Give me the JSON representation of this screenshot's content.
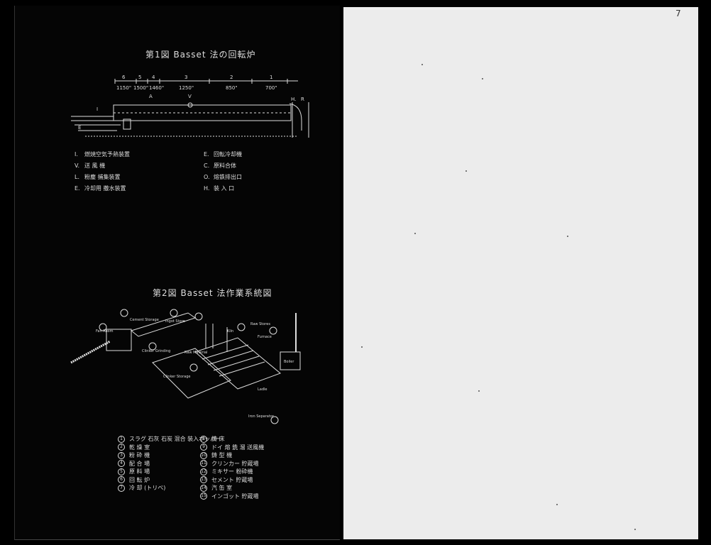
{
  "figure1": {
    "title": "第1図 Basset 法の回転炉",
    "dimensions": [
      "1150\"",
      "1500\"",
      "1460\"",
      "1250\"",
      "850\"",
      "700\""
    ],
    "section_numbers": [
      "6",
      "5",
      "4",
      "3",
      "2",
      "1"
    ],
    "markers": {
      "A": "A",
      "V": "V",
      "I": "I",
      "E": "E",
      "H": "H.",
      "R": "R"
    },
    "legend_left": [
      {
        "key": "I.",
        "text": "燃焼空気予熱装置"
      },
      {
        "key": "V.",
        "text": "送 風 機"
      },
      {
        "key": "L.",
        "text": "粉塵 捕集装置"
      },
      {
        "key": "E.",
        "text": "冷却用 撒水装置"
      }
    ],
    "legend_right": [
      {
        "key": "E.",
        "text": "回転冷却機"
      },
      {
        "key": "C.",
        "text": "原料合体"
      },
      {
        "key": "O.",
        "text": "熔鉄排出口"
      },
      {
        "key": "H.",
        "text": "装 入 口"
      }
    ]
  },
  "figure2": {
    "title": "第2図 Basset 法作業系統図",
    "callouts": [
      "Cement Storage",
      "Ingot Store",
      "Fan Room",
      "Raw Stores",
      "Raw Material",
      "Clinker Grinding",
      "Clinker Storage",
      "Kiln",
      "Boiler",
      "Furnace",
      "Iron Separator",
      "Ladle"
    ],
    "legend_left": [
      {
        "num": "1",
        "text": "スラグ 石灰 石炭 混合 装入ホッパー"
      },
      {
        "num": "2",
        "text": "乾 燥 室"
      },
      {
        "num": "3",
        "text": "粉 砕 機"
      },
      {
        "num": "4",
        "text": "配 合 場"
      },
      {
        "num": "5",
        "text": "原 料 場"
      },
      {
        "num": "6",
        "text": "回 転 炉"
      },
      {
        "num": "7",
        "text": "冷 却 (トリベ)"
      }
    ],
    "legend_right": [
      {
        "num": "8",
        "text": "鋳 床"
      },
      {
        "num": "9",
        "text": "ドイ 熔 銑 溜 送風機"
      },
      {
        "num": "10",
        "text": "鋳 型 機"
      },
      {
        "num": "11",
        "text": "クリンカー 貯蔵場"
      },
      {
        "num": "12",
        "text": "ミキサー 粉砕機"
      },
      {
        "num": "13",
        "text": "セメント 貯蔵場"
      },
      {
        "num": "14",
        "text": "汽 缶 室"
      },
      {
        "num": "15",
        "text": "インゴット 貯蔵場"
      }
    ]
  },
  "page_corner_mark": "7"
}
